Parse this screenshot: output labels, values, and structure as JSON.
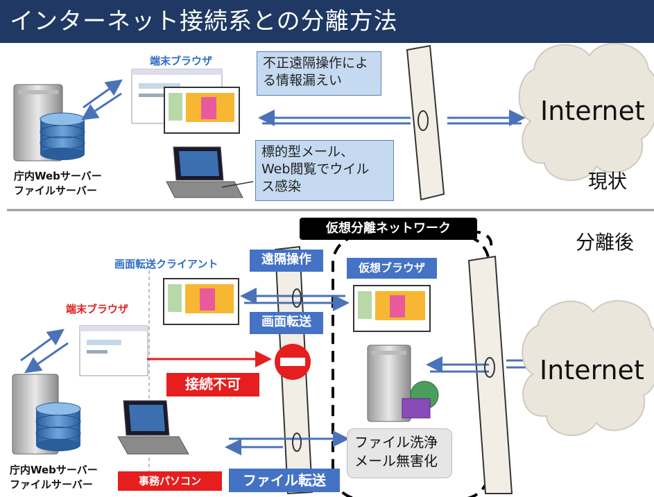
{
  "title": "インターネット接続系との分離方法",
  "top": {
    "browser_label": "端末ブラウザ",
    "callout_leak": [
      "不正遠隔操作によ",
      "る情報漏えい"
    ],
    "callout_infect": [
      "標的型メール、",
      "Web閲覧でウイル",
      "ス感染"
    ],
    "server_label": [
      "庁内Webサーバー",
      "ファイルサーバー"
    ],
    "internet": "Internet",
    "state_label": "現状"
  },
  "bottom": {
    "after_label": "分離後",
    "vnet_label": "仮想分離ネットワーク",
    "client_label": "画面転送クライアント",
    "browser_label": "端末ブラウザ",
    "remote_op": "遠隔操作",
    "screen_transfer": "画面転送",
    "virtual_browser": "仮想ブラウザ",
    "blocked": "接続不可",
    "file_wash": [
      "ファイル洗浄",
      "メール無害化"
    ],
    "file_transfer": "ファイル転送",
    "office_pc": "事務パソコン",
    "server_label": [
      "庁内Webサーバー",
      "ファイルサーバー"
    ],
    "internet": "Internet"
  },
  "colors": {
    "title_bg": "#1f3864",
    "arrow_blue": "#4a72b8",
    "callout_bg": "#c5d9f1",
    "tag_blue": "#4472c4",
    "tag_red": "#e61e1e",
    "firewall": "#f2eee6"
  },
  "icons": [
    "server-icon",
    "database-icon",
    "laptop-icon",
    "browser-window-icon",
    "firewall-icon",
    "cloud-icon",
    "no-entry-icon",
    "globe-icon"
  ]
}
